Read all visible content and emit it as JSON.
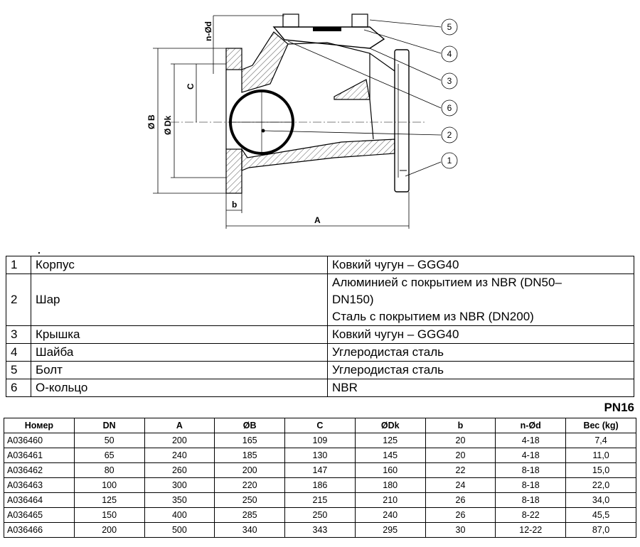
{
  "drawing": {
    "dim_labels": {
      "n_od": "n-Ød",
      "c": "C",
      "b_dia": "B",
      "dk_dia": "Dk",
      "b": "b",
      "a": "A"
    },
    "callouts": [
      "5",
      "4",
      "3",
      "6",
      "2",
      "1"
    ]
  },
  "parts_marker": ".",
  "parts": [
    {
      "num": "1",
      "name": "Корпус",
      "material": [
        "Ковкий чугун – GGG40"
      ]
    },
    {
      "num": "2",
      "name": "Шар",
      "material": [
        "Алюминией с покрытием из NBR (DN50–",
        "DN150)",
        "Сталь с покрытием из NBR (DN200)"
      ]
    },
    {
      "num": "3",
      "name": "Крышка",
      "material": [
        "Ковкий чугун – GGG40"
      ]
    },
    {
      "num": "4",
      "name": "Шайба",
      "material": [
        "Углеродистая сталь"
      ]
    },
    {
      "num": "5",
      "name": "Болт",
      "material": [
        "Углеродистая сталь"
      ]
    },
    {
      "num": "6",
      "name": "О-кольцо",
      "material": [
        "NBR"
      ]
    }
  ],
  "pn_label": "PN16",
  "spec": {
    "headers": [
      "Номер",
      "DN",
      "A",
      "ØB",
      "C",
      "ØDk",
      "b",
      "n-Ød",
      "Вес (kg)"
    ],
    "rows": [
      [
        "A036460",
        "50",
        "200",
        "165",
        "109",
        "125",
        "20",
        "4-18",
        "7,4"
      ],
      [
        "A036461",
        "65",
        "240",
        "185",
        "130",
        "145",
        "20",
        "4-18",
        "11,0"
      ],
      [
        "A036462",
        "80",
        "260",
        "200",
        "147",
        "160",
        "22",
        "8-18",
        "15,0"
      ],
      [
        "A036463",
        "100",
        "300",
        "220",
        "186",
        "180",
        "24",
        "8-18",
        "22,0"
      ],
      [
        "A036464",
        "125",
        "350",
        "250",
        "215",
        "210",
        "26",
        "8-18",
        "34,0"
      ],
      [
        "A036465",
        "150",
        "400",
        "285",
        "250",
        "240",
        "26",
        "8-22",
        "45,5"
      ],
      [
        "A036466",
        "200",
        "500",
        "340",
        "343",
        "295",
        "30",
        "12-22",
        "87,0"
      ]
    ]
  },
  "colors": {
    "line": "#000000",
    "hatch": "#555555"
  }
}
